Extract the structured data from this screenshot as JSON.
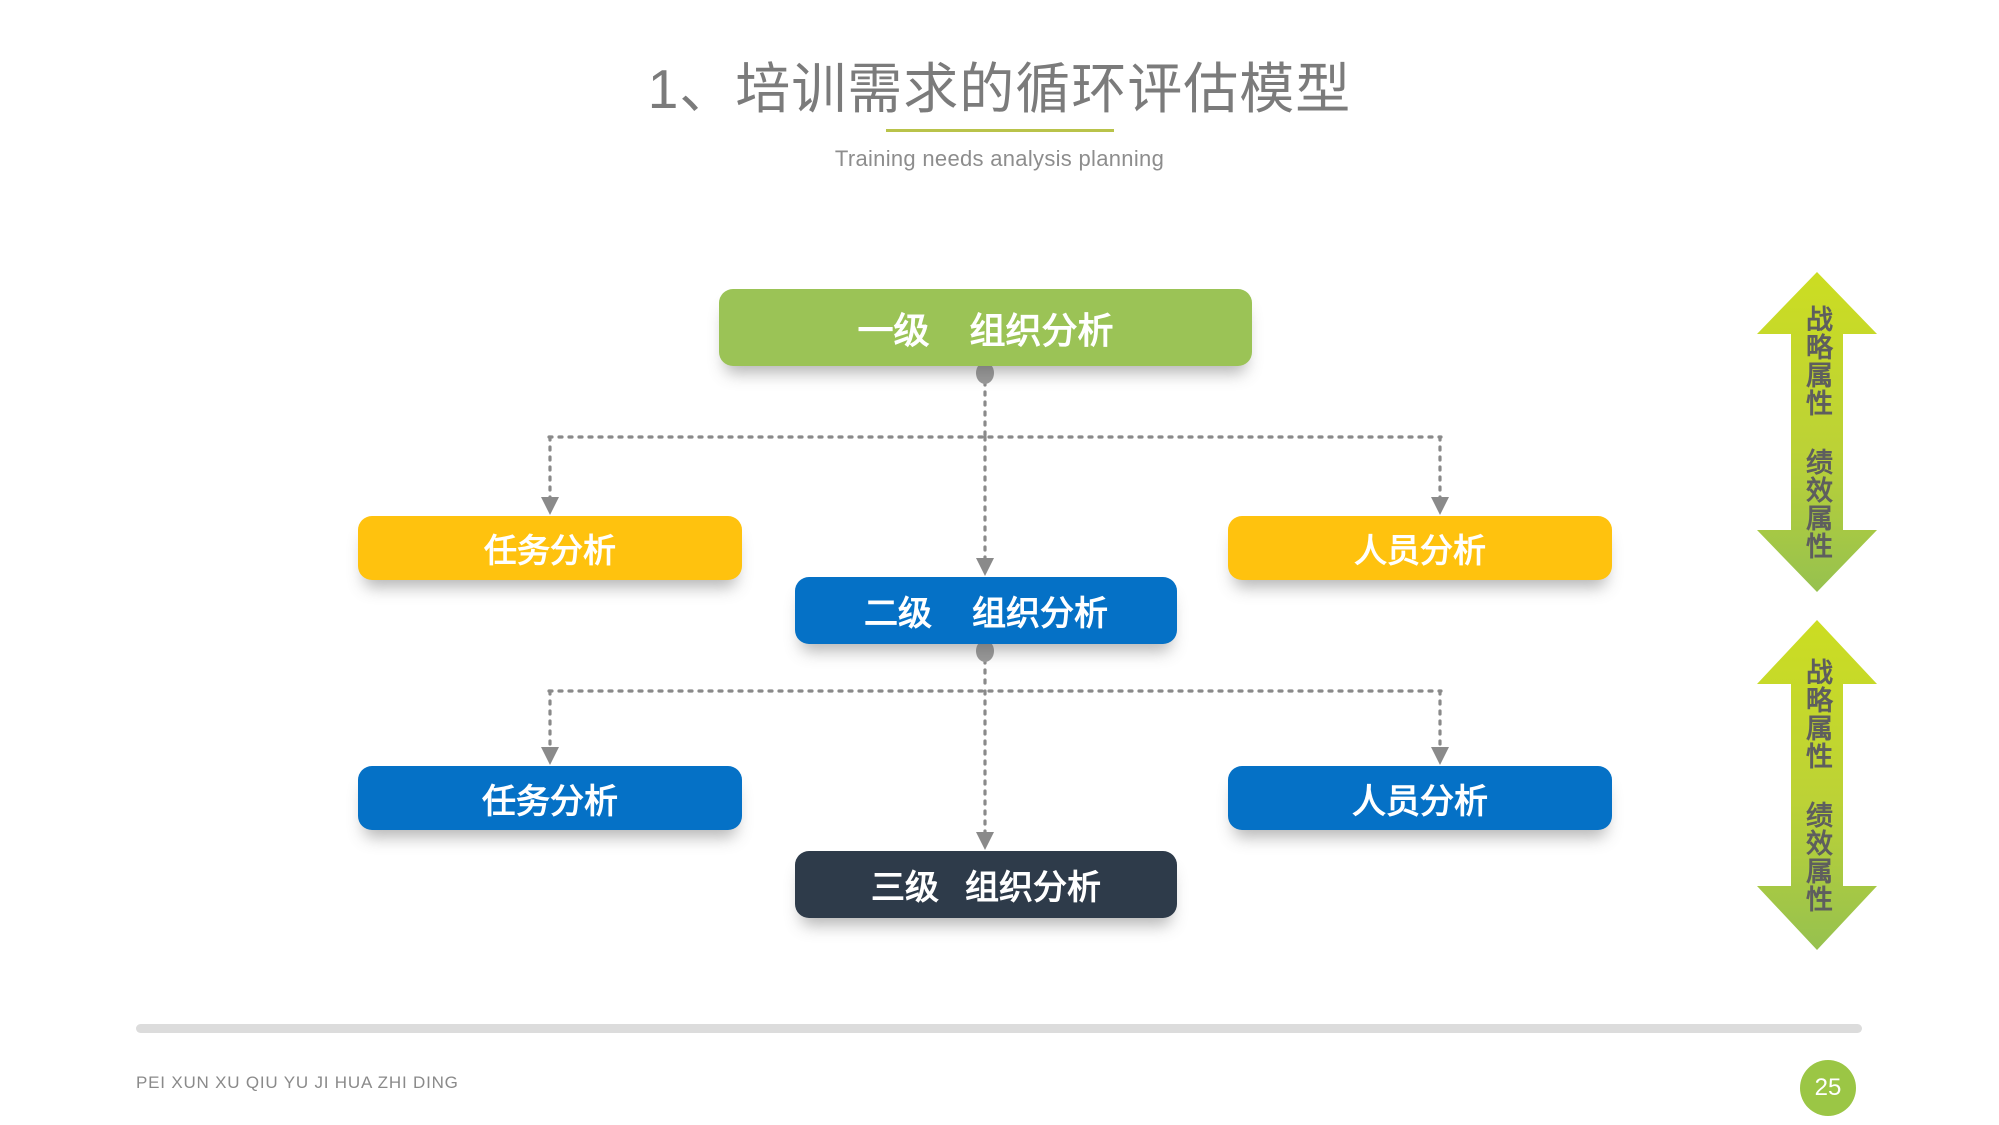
{
  "header": {
    "title": "1、培训需求的循环评估模型",
    "subtitle": "Training needs analysis planning",
    "rule_color": "#b9c34a",
    "title_color": "#7b7b7b"
  },
  "diagram": {
    "type": "hierarchy-flow",
    "nodes": [
      {
        "id": "level1",
        "level_label": "一级",
        "name_label": "组织分析",
        "color": "#9bc356",
        "shape": "rounded-rect"
      },
      {
        "id": "task1",
        "level_label": "",
        "name_label": "任务分析",
        "color": "#ffc20e",
        "shape": "rounded-rect"
      },
      {
        "id": "people1",
        "level_label": "",
        "name_label": "人员分析",
        "color": "#ffc20e",
        "shape": "rounded-rect"
      },
      {
        "id": "level2",
        "level_label": "二级",
        "name_label": "组织分析",
        "color": "#0571c6",
        "shape": "rounded-rect"
      },
      {
        "id": "task2",
        "level_label": "",
        "name_label": "任务分析",
        "color": "#0571c6",
        "shape": "rounded-rect"
      },
      {
        "id": "people2",
        "level_label": "",
        "name_label": "人员分析",
        "color": "#0571c6",
        "shape": "rounded-rect"
      },
      {
        "id": "level3",
        "level_label": "三级",
        "name_label": "组织分析",
        "color": "#2e3b4a",
        "shape": "rounded-rect"
      }
    ],
    "connector_color": "#8a8a8a",
    "connector_style": "dotted-with-arrowhead",
    "edges": [
      {
        "from": "level1",
        "to": "task1"
      },
      {
        "from": "level1",
        "to": "people1"
      },
      {
        "from": "level1",
        "to": "level2"
      },
      {
        "from": "level2",
        "to": "task2"
      },
      {
        "from": "level2",
        "to": "people2"
      },
      {
        "from": "level2",
        "to": "level3"
      }
    ]
  },
  "side_arrows": [
    {
      "id": "arrow-top",
      "label": "战略属性 绩效属性",
      "direction": "double-vertical",
      "gradient_from": "#ccdd22",
      "gradient_to": "#9bc44e",
      "label_color": "#5e5e5e"
    },
    {
      "id": "arrow-bottom",
      "label": "战略属性 绩效属性",
      "direction": "double-vertical",
      "gradient_from": "#ccdd22",
      "gradient_to": "#9bc44e",
      "label_color": "#5e5e5e"
    }
  ],
  "footer": {
    "caption": "PEI XUN XU QIU YU JI HUA ZHI DING",
    "page_number": "25",
    "badge_color": "#9bc645",
    "rule_color": "#dcdcdc"
  }
}
